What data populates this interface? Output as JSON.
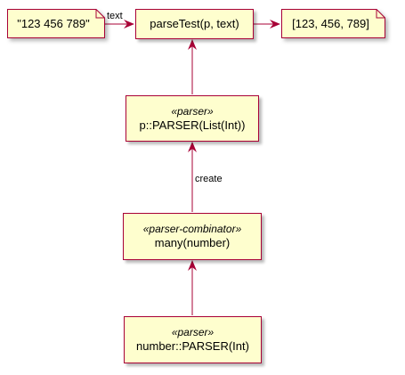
{
  "colors": {
    "node_fill": "#FEFECE",
    "node_border": "#A80036",
    "arrow": "#A80036"
  },
  "notes": {
    "input": "\"123 456 789\"",
    "output": "[123, 456, 789]"
  },
  "nodes": {
    "parse_test": {
      "label": "parseTest(p, text)"
    },
    "p_parser": {
      "stereotype": "«parser»",
      "label": "p::PARSER(List(Int))"
    },
    "many_number": {
      "stereotype": "«parser-combinator»",
      "label": "many(number)"
    },
    "number_parser": {
      "stereotype": "«parser»",
      "label": "number::PARSER(Int)"
    }
  },
  "edges": {
    "text_label": "text",
    "create_label": "create"
  }
}
